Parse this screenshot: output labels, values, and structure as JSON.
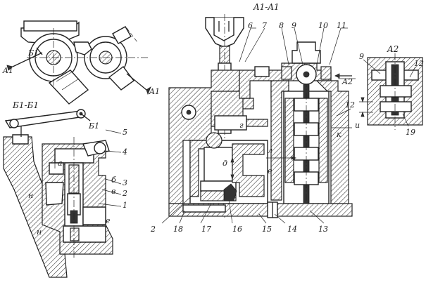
{
  "section_titles": {
    "a1_a1": "A1-A1",
    "b1_b1": "Б1-Б1",
    "a2": "A2"
  },
  "view_markers": {
    "a1_top": "A1",
    "a1_bottom": "A1",
    "b1_top": "Б1",
    "b1_right": "Б1",
    "a2_side": "A2"
  },
  "part_numbers": {
    "left": [
      "5",
      "4",
      "3",
      "2",
      "1"
    ],
    "center_top": [
      "6",
      "7",
      "8",
      "9",
      "10",
      "11"
    ],
    "center_bottom": [
      "2",
      "18",
      "17",
      "16",
      "15",
      "14",
      "13"
    ],
    "center_right": "12",
    "detail": [
      "9",
      "12",
      "19"
    ]
  },
  "zone_letters": {
    "left_a": "а",
    "left_b": "б",
    "left_v": "в",
    "left_e": "е",
    "left_n1": "н",
    "left_n2": "н",
    "center_g": "г",
    "center_d": "д",
    "center_l": "л",
    "center_e": "е",
    "center_k": "к",
    "detail_i": "и"
  }
}
